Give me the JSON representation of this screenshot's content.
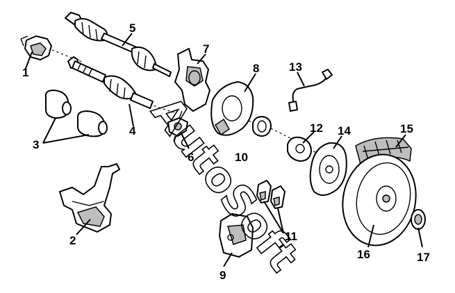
{
  "callouts": {
    "c1": "1",
    "c2": "2",
    "c3": "3",
    "c4": "4",
    "c5": "5",
    "c6": "6",
    "c7": "7",
    "c8": "8",
    "c9": "9",
    "c10": "10",
    "c11": "11",
    "c12": "12",
    "c13": "13",
    "c14": "14",
    "c15": "15",
    "c16": "16",
    "c17": "17"
  },
  "watermark": {
    "brand": "AutoSoft"
  }
}
